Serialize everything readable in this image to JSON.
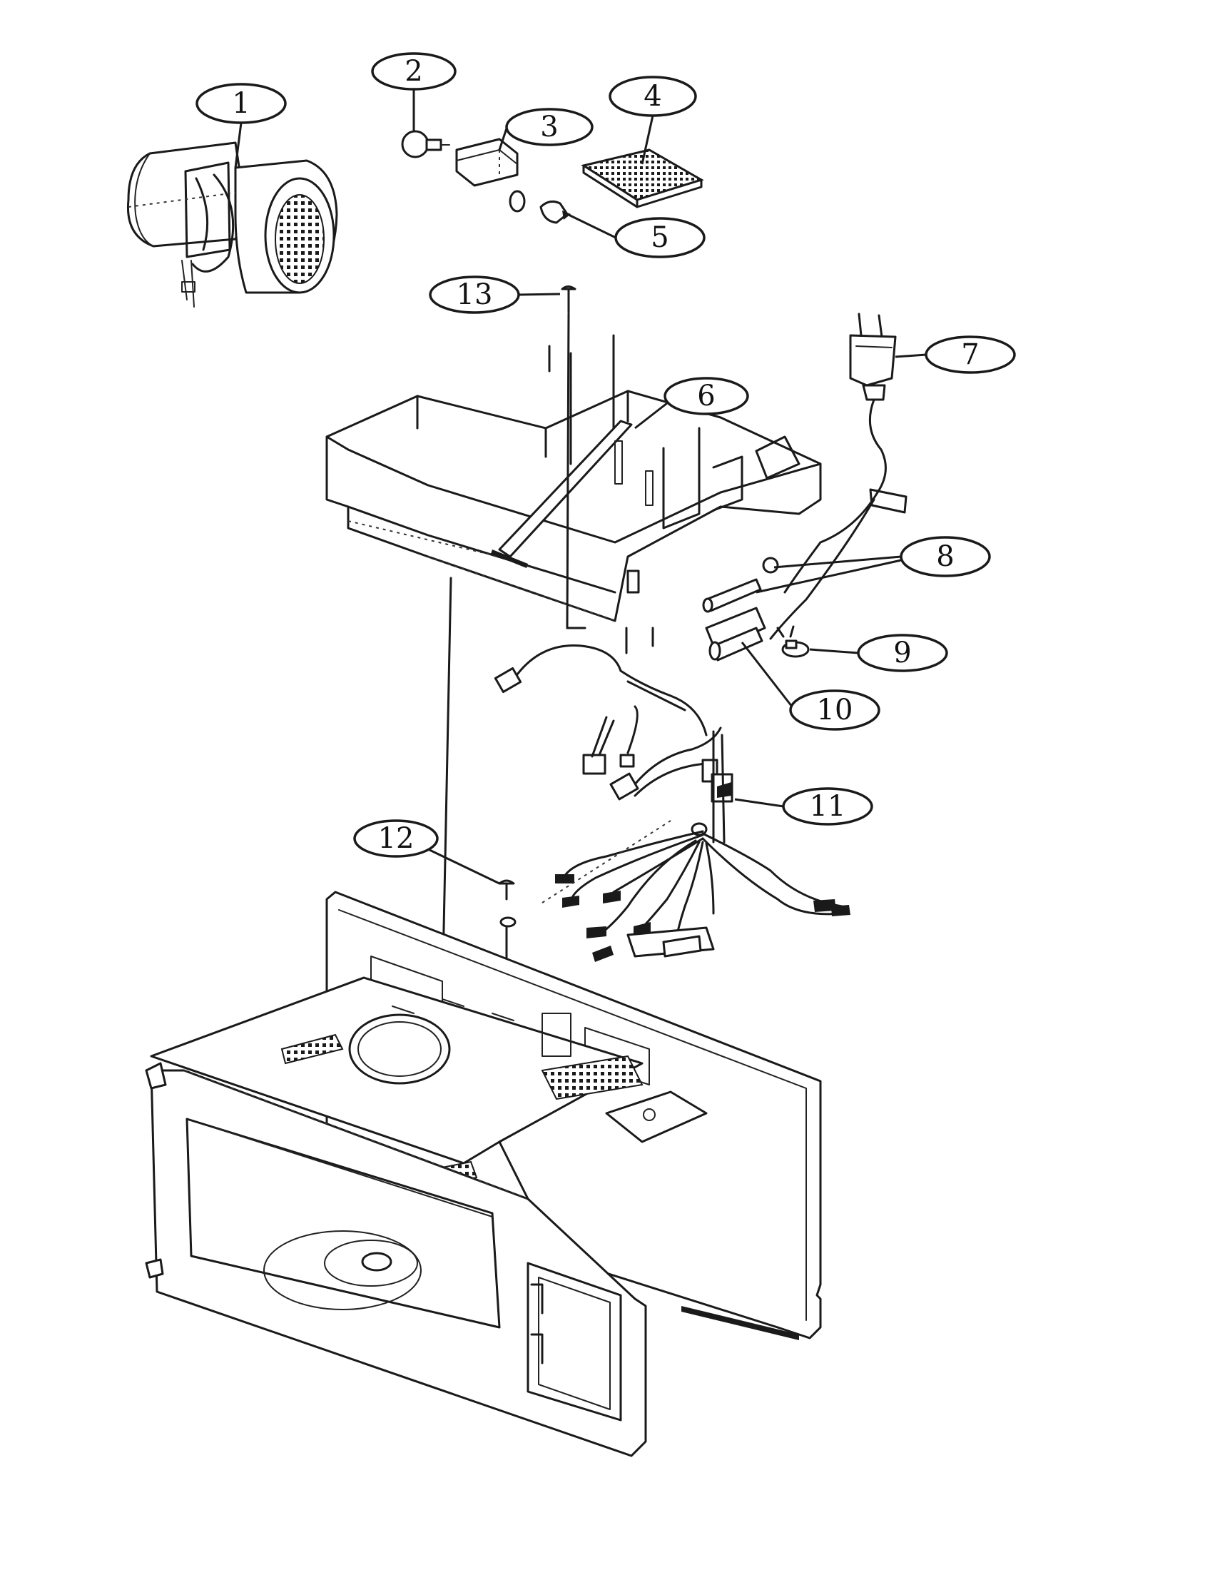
{
  "diagram": {
    "type": "exploded-parts-view",
    "callouts": [
      {
        "id": "1",
        "label": "1"
      },
      {
        "id": "2",
        "label": "2"
      },
      {
        "id": "3",
        "label": "3"
      },
      {
        "id": "4",
        "label": "4"
      },
      {
        "id": "5",
        "label": "5"
      },
      {
        "id": "6",
        "label": "6"
      },
      {
        "id": "7",
        "label": "7"
      },
      {
        "id": "8",
        "label": "8"
      },
      {
        "id": "9",
        "label": "9"
      },
      {
        "id": "10",
        "label": "10"
      },
      {
        "id": "11",
        "label": "11"
      },
      {
        "id": "12",
        "label": "12"
      },
      {
        "id": "13",
        "label": "13"
      }
    ],
    "parts": [
      {
        "id": "blower-fan",
        "icon": "fan-icon"
      },
      {
        "id": "lamp-bulb",
        "icon": "bulb-icon"
      },
      {
        "id": "lamp-socket",
        "icon": "socket-icon"
      },
      {
        "id": "grease-filter",
        "icon": "filter-icon"
      },
      {
        "id": "lamp-cap",
        "icon": "cap-icon"
      },
      {
        "id": "base-plate",
        "icon": "plate-icon"
      },
      {
        "id": "power-cord",
        "icon": "plug-icon"
      },
      {
        "id": "fuse",
        "icon": "fuse-icon"
      },
      {
        "id": "thermostat",
        "icon": "thermostat-icon"
      },
      {
        "id": "noise-filter",
        "icon": "filter-capacitor-icon"
      },
      {
        "id": "wire-harness",
        "icon": "harness-icon"
      },
      {
        "id": "screw-lower",
        "icon": "screw-icon"
      },
      {
        "id": "screw-upper",
        "icon": "screw-icon"
      },
      {
        "id": "oven-cavity",
        "icon": "cavity-icon"
      }
    ],
    "line_color": "#1a1a1a",
    "background": "#ffffff"
  }
}
